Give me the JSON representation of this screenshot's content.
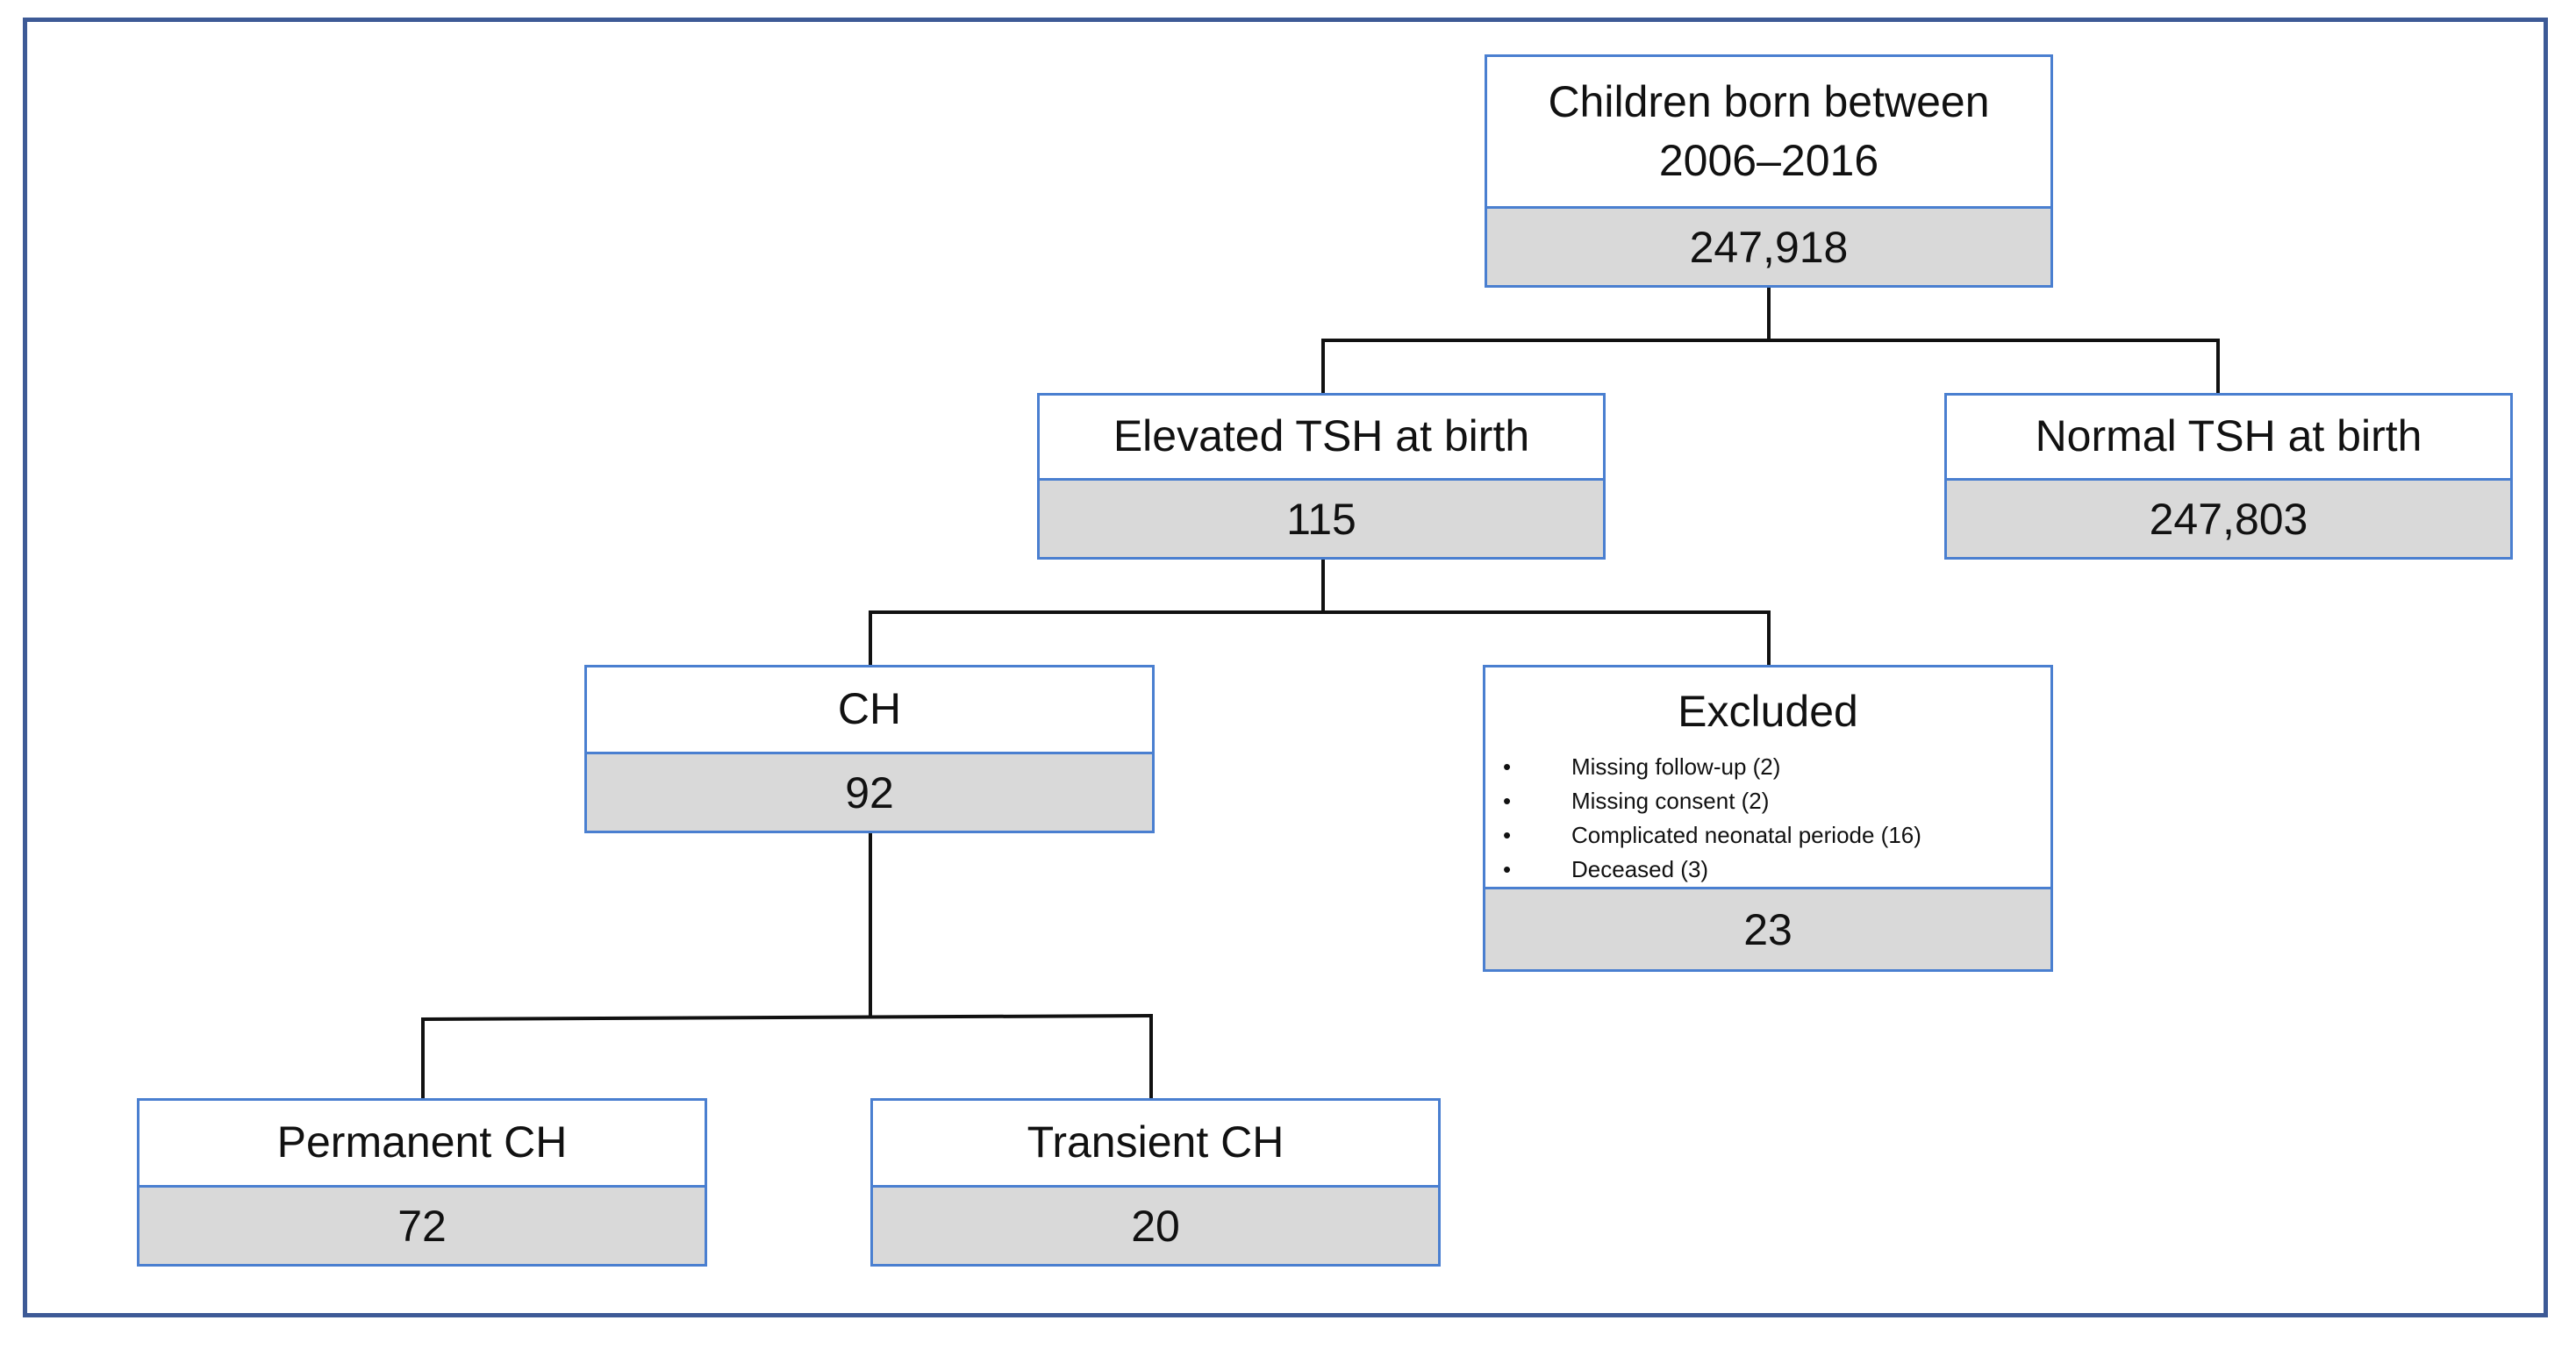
{
  "nodes": {
    "root": {
      "label_line1": "Children born between",
      "label_line2": "2006–2016",
      "count": "247,918"
    },
    "elevated": {
      "label": "Elevated TSH at birth",
      "count": "115"
    },
    "normal": {
      "label": "Normal TSH at birth",
      "count": "247,803"
    },
    "ch": {
      "label": "CH",
      "count": "92"
    },
    "excluded": {
      "label": "Excluded",
      "reasons": [
        "Missing follow-up (2)",
        "Missing consent (2)",
        "Complicated neonatal periode (16)",
        "Deceased (3)"
      ],
      "count": "23"
    },
    "permanent": {
      "label": "Permanent CH",
      "count": "72"
    },
    "transient": {
      "label": "Transient CH",
      "count": "20"
    }
  },
  "colors": {
    "frame": "#3d5a96",
    "box_border": "#4a7fd0",
    "count_fill": "#d9d9d9",
    "connector": "#111111"
  }
}
